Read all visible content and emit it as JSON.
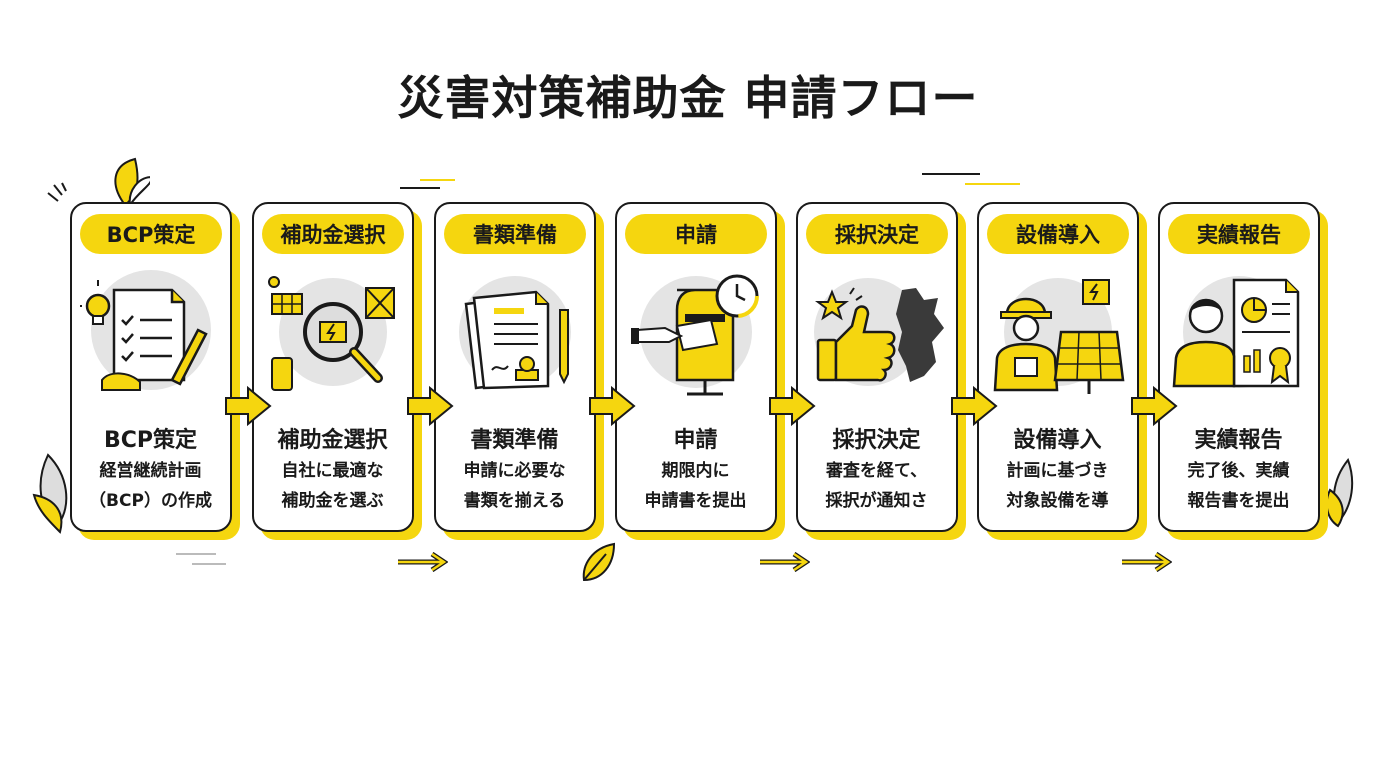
{
  "title": "災害対策補助金 申請フロー",
  "accent_color": "#f5d60f",
  "steps": [
    {
      "pill": "BCP策定",
      "name": "BCP策定",
      "desc_1": "経営継続計画",
      "desc_2": "（BCP）の作成",
      "icon": "document-checklist-lightbulb-icon"
    },
    {
      "pill": "補助金選択",
      "name": "補助金選択",
      "desc_1": "自社に最適な",
      "desc_2": "補助金を選ぶ",
      "icon": "magnifier-battery-solar-icon"
    },
    {
      "pill": "書類準備",
      "name": "書類準備",
      "desc_1": "申請に必要な",
      "desc_2": "書類を揃える",
      "icon": "documents-stamp-pen-icon"
    },
    {
      "pill": "申請",
      "name": "申請",
      "desc_1": "期限内に",
      "desc_2": "申請書を提出",
      "icon": "mailbox-clock-icon"
    },
    {
      "pill": "採択決定",
      "name": "採択決定",
      "desc_1": "審査を経て、",
      "desc_2": "採択が通知さ",
      "icon": "thumbs-up-star-map-icon"
    },
    {
      "pill": "設備導入",
      "name": "設備導入",
      "desc_1": "計画に基づき",
      "desc_2": "対象設備を導",
      "icon": "worker-solar-panel-icon"
    },
    {
      "pill": "実績報告",
      "name": "実績報告",
      "desc_1": "完了後、実績",
      "desc_2": "報告書を提出",
      "icon": "person-report-chart-icon"
    }
  ]
}
